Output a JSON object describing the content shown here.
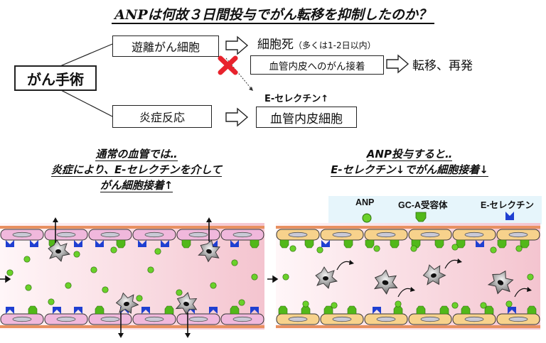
{
  "title": "ANPは何故３日間投与でがん転移を抑制したのか？",
  "flow": {
    "surgery": "がん手術",
    "released_cells": "遊離がん細胞",
    "inflammation": "炎症反応",
    "cell_death": "細胞死",
    "cell_death_note": "（多くは1-2日以内）",
    "adhesion": "血管内皮へのがん接着",
    "metastasis": "転移、再発",
    "eselectin_up": "E-セレクチン↑",
    "endothelium": "血管内皮細胞"
  },
  "left_panel": {
    "caption_line1": "通常の血管では‥",
    "caption_line2": "炎症により、E-セレクチンを介して",
    "caption_line3": "がん細胞接着↑"
  },
  "right_panel": {
    "caption_line1": "ANP投与すると‥",
    "caption_line2": "E-セレクチン↓でがん細胞接着↓"
  },
  "legend": {
    "anp": "ANP",
    "receptor": "GC-A受容体",
    "eselectin": "E-セレクチン"
  },
  "colors": {
    "eselectin_blue": "#1f3fd1",
    "anp_green": "#6ad12a",
    "receptor_green": "#52b81a",
    "cross_red": "#e8232d",
    "left_endo_cell": "#f0b8dc",
    "right_endo_cell": "#f7d28c",
    "vessel_wall": "#e89060",
    "lumen_pink": "#f6cfd6",
    "legend_bg": "#e6f5fb"
  }
}
